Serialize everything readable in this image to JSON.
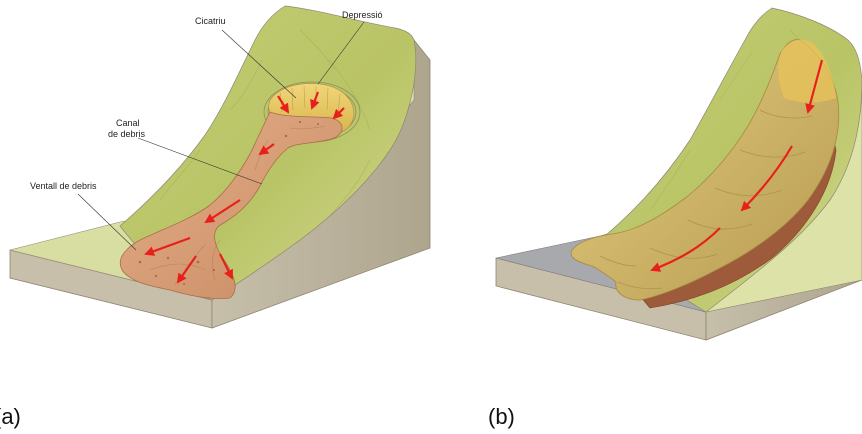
{
  "figure": {
    "panel_a": {
      "label": "(a)",
      "annotations": {
        "scar": "Cicatriu",
        "depression": "Depressió",
        "channel_line1": "Canal",
        "channel_line2": "de debris",
        "fan": "Ventall de debris"
      }
    },
    "panel_b": {
      "label": "(b)"
    }
  },
  "colors": {
    "slope_green": "#c9cf7e",
    "slope_green_dark": "#a9b25c",
    "block_side": "#bdb5a0",
    "block_side_dark": "#a79e88",
    "ground": "#dde2a9",
    "debris": "#d9a27c",
    "debris_dark": "#c17f58",
    "scar_yellow": "#e8c866",
    "flow_tan": "#ccb56a",
    "flow_light": "#e5d08a",
    "soil_brown": "#9b5a3c",
    "paved_gray": "#a3a5a8",
    "arrow_red": "#e8201c"
  }
}
